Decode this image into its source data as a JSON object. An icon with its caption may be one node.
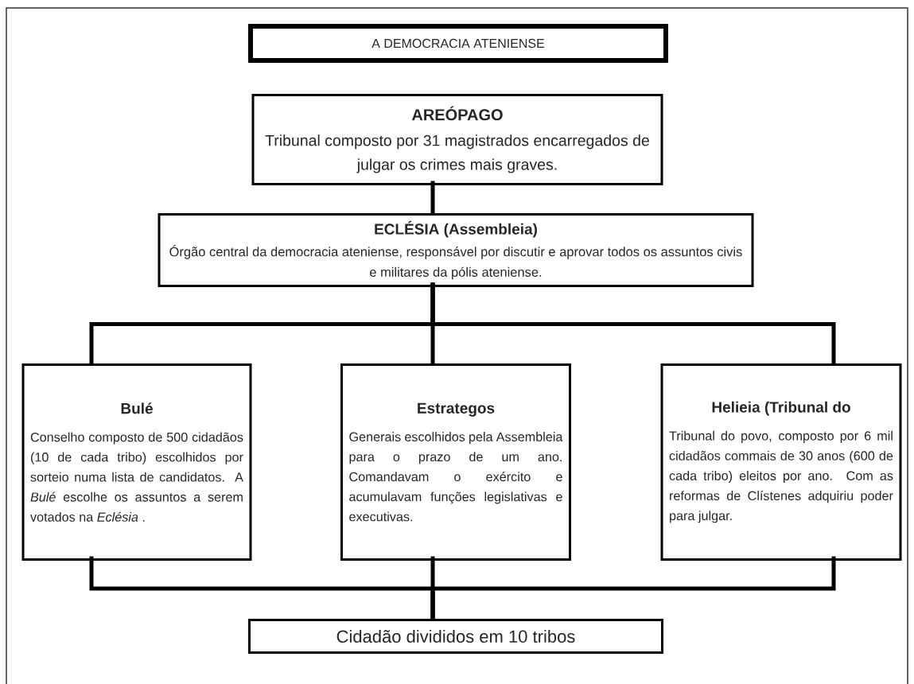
{
  "diagram": {
    "nodes": [
      {
        "text": [
          "A DEMOCRACIA ATENIENSE"
        ]
      },
      {
        "text": [
          "AREÓPAGO",
          "Tribunal composto por 31 magistrados encarregados de julgar os crimes mais graves."
        ]
      },
      {
        "text": [
          "ECLÉSIA (Assembleia)",
          "Órgão central da democracia ateniense, responsável por discutir e aprovar todos os assuntos civis e militares da pólis ateniense."
        ]
      },
      {
        "text": [
          "Bulé",
          "Conselho composto de 500 cidadãos (10 de cada tribo) escolhidos por sorteio numa lista de candidatos. A *Bulé* escolhe os assuntos a serem votados na *Eclésia* ."
        ]
      },
      {
        "text": [
          "Estrategos",
          "Generais escolhidos pela Assembleia para o prazo de um ano. Comandavam o exército e acumulavam funções legislativas e executivas."
        ]
      },
      {
        "text": [
          "Helieia (Tribunal do",
          "Tribunal do povo, composto por 6 mil cidadãos commais de 30 anos (600 de cada tribo) eleitos por ano. Com as reformas de Clístenes adquiriu poder para julgar."
        ]
      },
      {
        "text": [
          "Cidadão divididos em 10 tribos"
        ]
      }
    ],
    "edges": [
      {
        "from": 1,
        "to": 2,
        "arrow": "none"
      },
      {
        "from": 2,
        "to": 3,
        "arrow": "none"
      },
      {
        "from": 2,
        "to": 4,
        "arrow": "none"
      },
      {
        "from": 2,
        "to": 5,
        "arrow": "none"
      },
      {
        "from": 3,
        "to": 6,
        "arrow": "none"
      },
      {
        "from": 4,
        "to": 6,
        "arrow": "none"
      },
      {
        "from": 5,
        "to": 6,
        "arrow": "none"
      }
    ]
  }
}
